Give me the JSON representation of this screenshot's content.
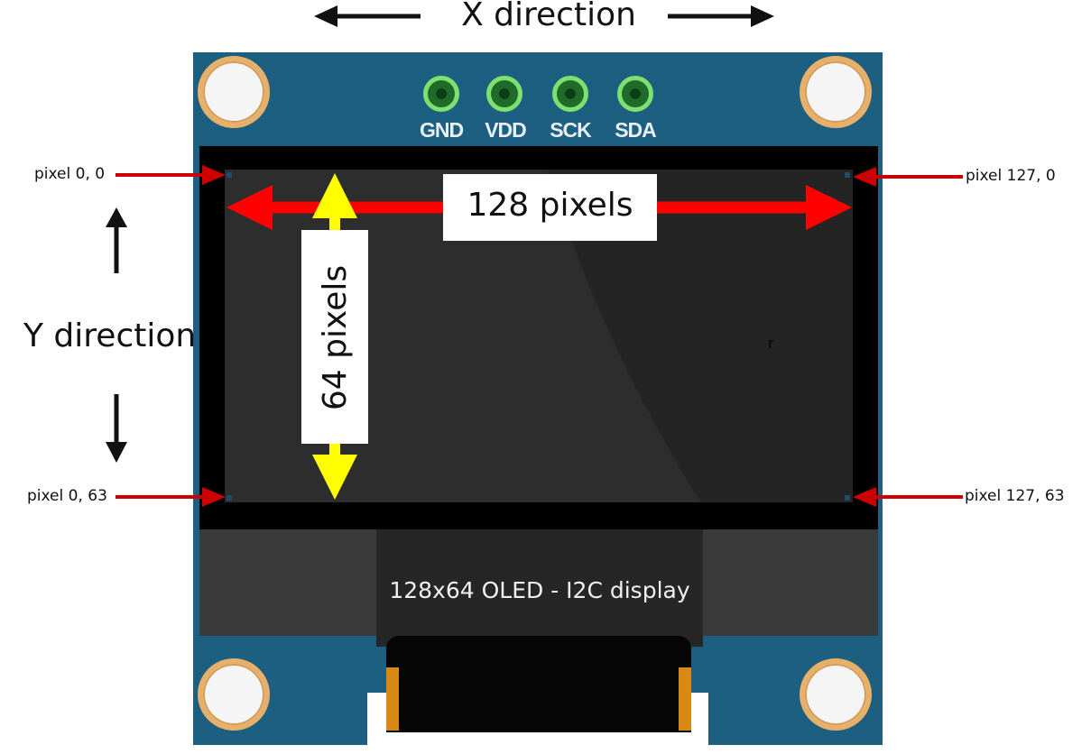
{
  "diagram": {
    "x_direction_label": "X direction",
    "y_direction_label": "Y direction",
    "width_label": "128 pixels",
    "height_label": "64 pixels",
    "caption": "128x64 OLED - I2C display",
    "stray_char": "r",
    "corners": {
      "top_left": "pixel 0, 0",
      "top_right": "pixel 127, 0",
      "bottom_left": "pixel 0, 63",
      "bottom_right": "pixel 127, 63"
    },
    "pins": [
      "GND",
      "VDD",
      "SCK",
      "SDA"
    ]
  },
  "colors": {
    "board_blue": "#1d5f80",
    "red_arrow": "#ff0000",
    "dark_red_pointer": "#cc0000",
    "yellow_arrow": "#ffff00",
    "pin_green": "#7ee06e",
    "mount_ring": "#e7b06a"
  },
  "icons": [
    "arrow-left-icon",
    "arrow-right-icon",
    "arrow-up-icon",
    "arrow-down-icon"
  ]
}
